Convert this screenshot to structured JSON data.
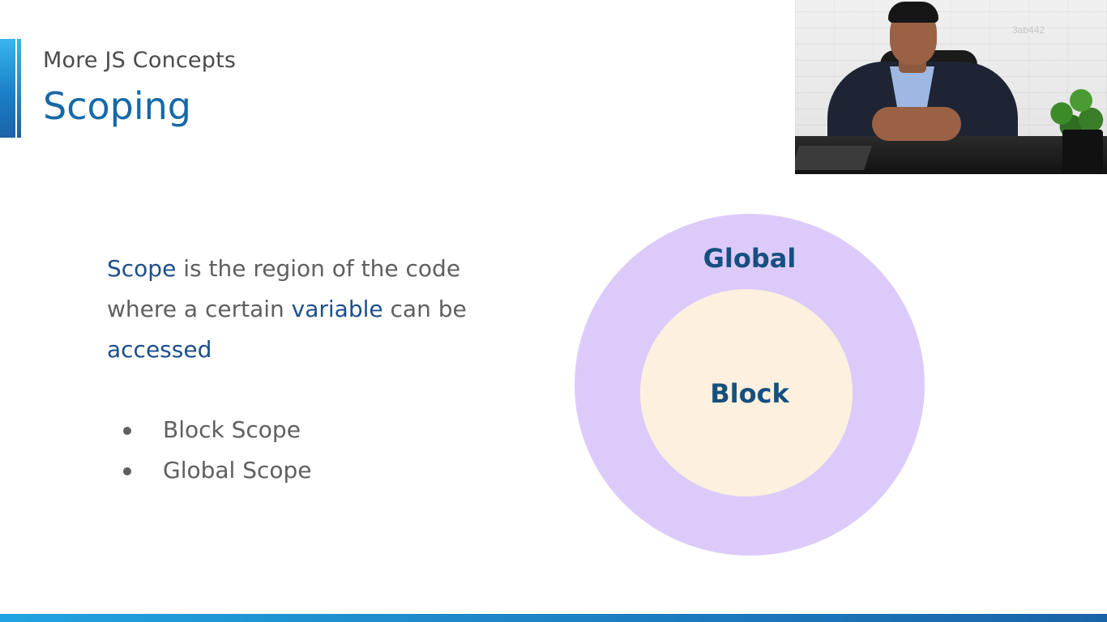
{
  "slide": {
    "subtitle": "More JS Concepts",
    "title": "Scoping",
    "definition": {
      "term": "Scope",
      "part1": " is the region of the code where a certain ",
      "keyword": "variable",
      "part2": " can be ",
      "end": "accessed"
    },
    "bullets": [
      {
        "label": "Block Scope"
      },
      {
        "label": "Global Scope"
      }
    ],
    "diagram": {
      "outer_label": "Global",
      "inner_label": "Block"
    }
  },
  "webcam": {
    "watermark": "3ab442"
  },
  "colors": {
    "title": "#1569a8",
    "highlight": "#1c4f8c",
    "outer_circle": "#dccbfa",
    "inner_circle": "#fdf0df",
    "accent": "#1d7fc7"
  }
}
